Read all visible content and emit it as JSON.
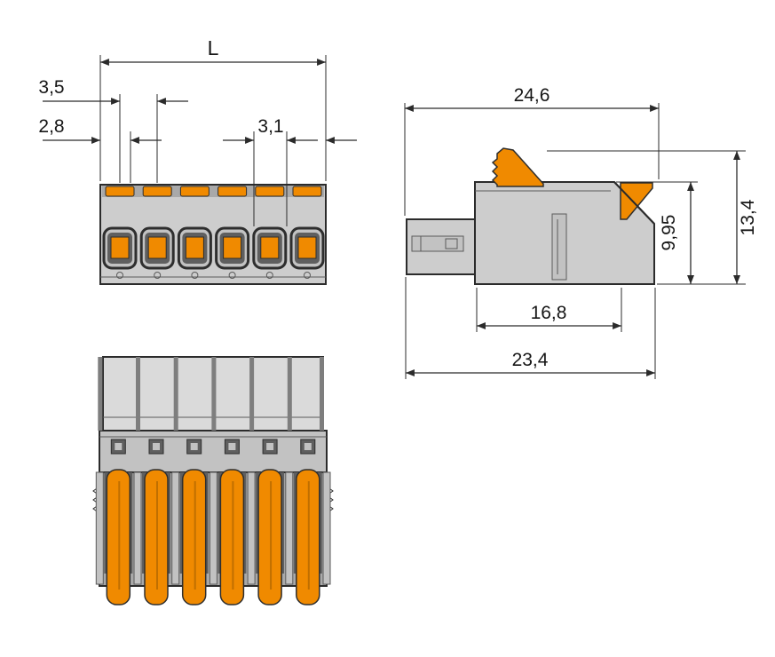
{
  "drawing": {
    "poles": 6
  },
  "dimensions": {
    "top_view": {
      "length": "L",
      "pitch": "3,5",
      "edge_to_first_pole": "2,8",
      "opening_width": "3,1"
    },
    "side_view": {
      "total_width": "24,6",
      "housing_height": "9,95",
      "overall_height": "13,4",
      "housing_depth": "16,8",
      "overall_depth": "23,4"
    }
  },
  "colors": {
    "orange": "#f08a00",
    "housing": "#cdcdcd",
    "line": "#2b2b2b"
  }
}
